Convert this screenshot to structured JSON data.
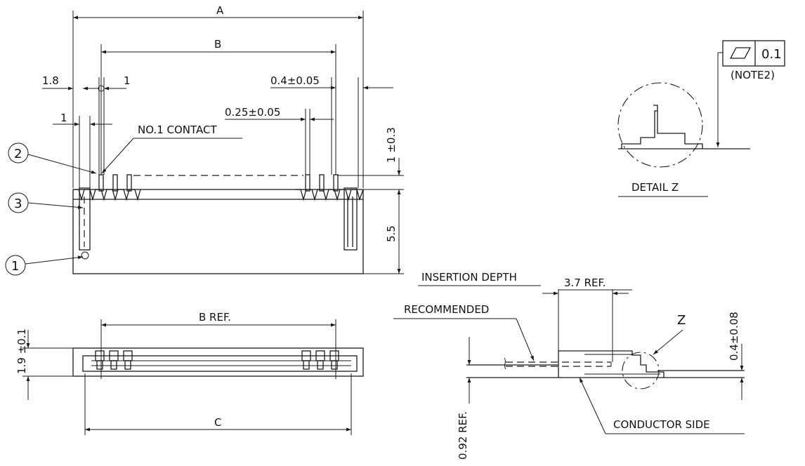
{
  "labels": {
    "dim_a": "A",
    "dim_b": "B",
    "dim_1_8": "1.8",
    "dim_1_top": "1",
    "dim_0_4": "0.4±0.05",
    "dim_1_left": "1",
    "dim_0_25": "0.25±0.05",
    "contact": "NO.1 CONTACT",
    "dim_1_0_3": "1 ±0.3",
    "dim_5_5": "5.5",
    "callout_1": "1",
    "callout_2": "2",
    "callout_3": "3",
    "dim_b_ref": "B REF.",
    "dim_1_9": "1.9 ±0.1",
    "dim_c": "C",
    "flatness_value": "0.1",
    "note2": "(NOTE2)",
    "detail_z": "DETAIL Z",
    "insertion_depth": "INSERTION DEPTH",
    "dim_3_7": "3.7 REF.",
    "recommended": "RECOMMENDED",
    "z_label": "Z",
    "dim_0_4_08": "0.4±0.08",
    "dim_0_92": "0.92 REF.",
    "conductor_side": "CONDUCTOR SIDE"
  }
}
